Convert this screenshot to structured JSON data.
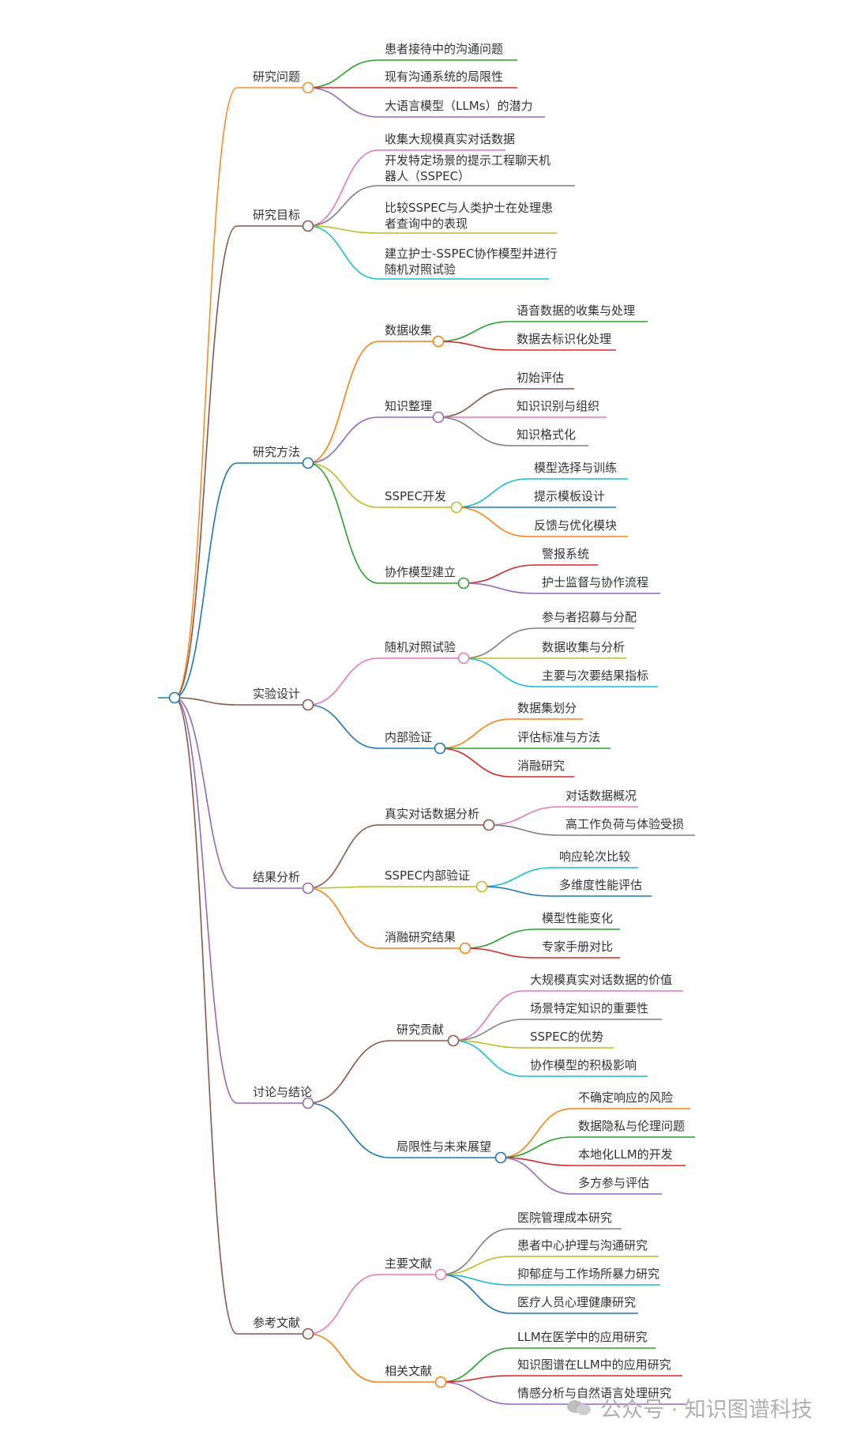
{
  "mindmap": {
    "label": "",
    "children": [
      {
        "label": "研究问题",
        "color": "#f28e2b",
        "children": [
          {
            "label": "患者接待中的沟通问题",
            "color": "#2ca02c"
          },
          {
            "label": "现有沟通系统的局限性",
            "color": "#d62728"
          },
          {
            "label": "大语言模型（LLMs）的潜力",
            "color": "#9467bd"
          }
        ]
      },
      {
        "label": "研究目标",
        "color": "#8c564b",
        "children": [
          {
            "label": "收集大规模真实对话数据",
            "color": "#e377c2"
          },
          {
            "label": "开发特定场景的提示工程聊天机器人（SSPEC）",
            "color": "#7f7f7f"
          },
          {
            "label": "比较SSPEC与人类护士在处理患者查询中的表现",
            "color": "#bcbd22"
          },
          {
            "label": "建立护士-SSPEC协作模型并进行随机对照试验",
            "color": "#17becf"
          }
        ]
      },
      {
        "label": "研究方法",
        "color": "#1f77b4",
        "children": [
          {
            "label": "数据收集",
            "color": "#ff7f0e",
            "children": [
              {
                "label": "语音数据的收集与处理",
                "color": "#2ca02c"
              },
              {
                "label": "数据去标识化处理",
                "color": "#d62728"
              }
            ]
          },
          {
            "label": "知识整理",
            "color": "#9467bd",
            "children": [
              {
                "label": "初始评估",
                "color": "#8c564b"
              },
              {
                "label": "知识识别与组织",
                "color": "#e377c2"
              },
              {
                "label": "知识格式化",
                "color": "#7f7f7f"
              }
            ]
          },
          {
            "label": "SSPEC开发",
            "color": "#bcbd22",
            "children": [
              {
                "label": "模型选择与训练",
                "color": "#17becf"
              },
              {
                "label": "提示模板设计",
                "color": "#1f77b4"
              },
              {
                "label": "反馈与优化模块",
                "color": "#ff7f0e"
              }
            ]
          },
          {
            "label": "协作模型建立",
            "color": "#2ca02c",
            "children": [
              {
                "label": "警报系统",
                "color": "#d62728"
              },
              {
                "label": "护士监督与协作流程",
                "color": "#9467bd"
              }
            ]
          }
        ]
      },
      {
        "label": "实验设计",
        "color": "#8c564b",
        "children": [
          {
            "label": "随机对照试验",
            "color": "#e377c2",
            "children": [
              {
                "label": "参与者招募与分配",
                "color": "#7f7f7f"
              },
              {
                "label": "数据收集与分析",
                "color": "#bcbd22"
              },
              {
                "label": "主要与次要结果指标",
                "color": "#17becf"
              }
            ]
          },
          {
            "label": "内部验证",
            "color": "#1f77b4",
            "children": [
              {
                "label": "数据集划分",
                "color": "#ff7f0e"
              },
              {
                "label": "评估标准与方法",
                "color": "#2ca02c"
              },
              {
                "label": "消融研究",
                "color": "#d62728"
              }
            ]
          }
        ]
      },
      {
        "label": "结果分析",
        "color": "#9467bd",
        "children": [
          {
            "label": "真实对话数据分析",
            "color": "#8c564b",
            "children": [
              {
                "label": "对话数据概况",
                "color": "#e377c2"
              },
              {
                "label": "高工作负荷与体验受损",
                "color": "#7f7f7f"
              }
            ]
          },
          {
            "label": "SSPEC内部验证",
            "color": "#bcbd22",
            "children": [
              {
                "label": "响应轮次比较",
                "color": "#17becf"
              },
              {
                "label": "多维度性能评估",
                "color": "#1f77b4"
              }
            ]
          },
          {
            "label": "消融研究结果",
            "color": "#ff7f0e",
            "children": [
              {
                "label": "模型性能变化",
                "color": "#2ca02c"
              },
              {
                "label": "专家手册对比",
                "color": "#d62728"
              }
            ]
          }
        ]
      },
      {
        "label": "讨论与结论",
        "color": "#9467bd",
        "children": [
          {
            "label": "研究贡献",
            "color": "#8c564b",
            "children": [
              {
                "label": "大规模真实对话数据的价值",
                "color": "#e377c2"
              },
              {
                "label": "场景特定知识的重要性",
                "color": "#7f7f7f"
              },
              {
                "label": "SSPEC的优势",
                "color": "#bcbd22"
              },
              {
                "label": "协作模型的积极影响",
                "color": "#17becf"
              }
            ]
          },
          {
            "label": "局限性与未来展望",
            "color": "#1f77b4",
            "children": [
              {
                "label": "不确定响应的风险",
                "color": "#ff7f0e"
              },
              {
                "label": "数据隐私与伦理问题",
                "color": "#2ca02c"
              },
              {
                "label": "本地化LLM的开发",
                "color": "#d62728"
              },
              {
                "label": "多方参与评估",
                "color": "#9467bd"
              }
            ]
          }
        ]
      },
      {
        "label": "参考文献",
        "color": "#8c564b",
        "children": [
          {
            "label": "主要文献",
            "color": "#e377c2",
            "children": [
              {
                "label": "医院管理成本研究",
                "color": "#7f7f7f"
              },
              {
                "label": "患者中心护理与沟通研究",
                "color": "#bcbd22"
              },
              {
                "label": "抑郁症与工作场所暴力研究",
                "color": "#17becf"
              },
              {
                "label": "医疗人员心理健康研究",
                "color": "#1f77b4"
              }
            ]
          },
          {
            "label": "相关文献",
            "color": "#ff7f0e",
            "children": [
              {
                "label": "LLM在医学中的应用研究",
                "color": "#2ca02c"
              },
              {
                "label": "知识图谱在LLM中的应用研究",
                "color": "#d62728"
              },
              {
                "label": "情感分析与自然语言处理研究",
                "color": "#9467bd"
              }
            ]
          }
        ]
      }
    ]
  },
  "watermark": {
    "text": "公众号 · 知识图谱科技",
    "icon": "wechat-icon"
  }
}
